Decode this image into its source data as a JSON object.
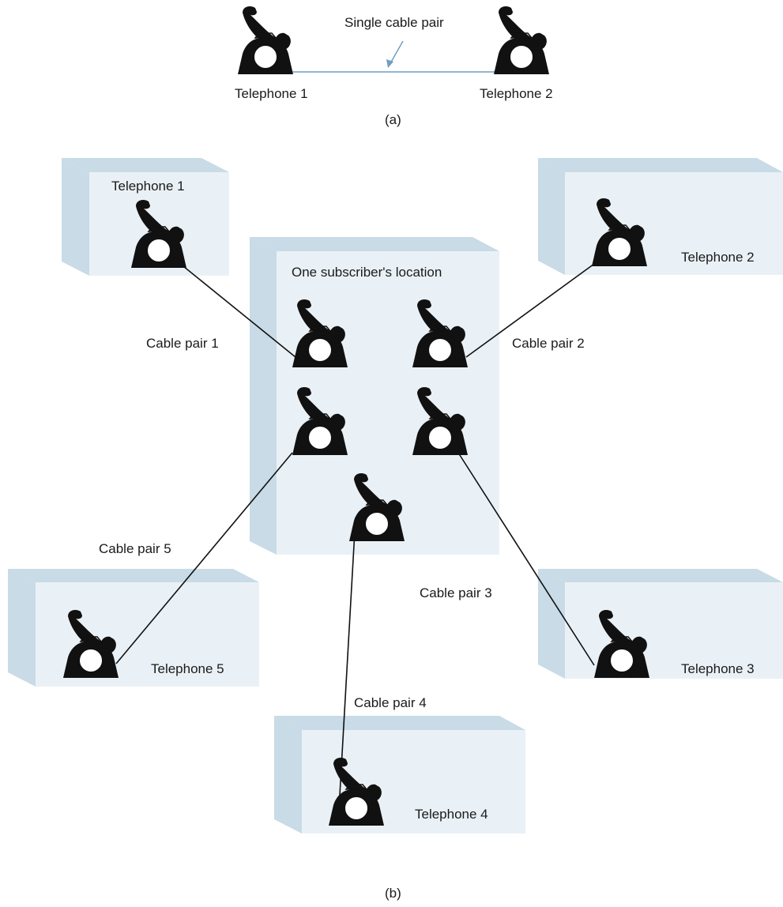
{
  "colors": {
    "box_front": "#eaf1f6",
    "box_top": "#c8dbe6",
    "box_side": "#c8dbe6",
    "phone": "#111111",
    "cable_a": "#6f9ec2",
    "cable_b": "#111111",
    "arrow": "#6f9ec2"
  },
  "part_a": {
    "cable_label": "Single cable pair",
    "phone1_label": "Telephone 1",
    "phone2_label": "Telephone 2",
    "caption": "(a)"
  },
  "part_b": {
    "center_label": "One subscriber's location",
    "telephones": [
      "Telephone 1",
      "Telephone 2",
      "Telephone 3",
      "Telephone 4",
      "Telephone 5"
    ],
    "cable_pairs": [
      "Cable pair 1",
      "Cable pair 2",
      "Cable pair 3",
      "Cable pair 4",
      "Cable pair 5"
    ],
    "caption": "(b)"
  }
}
